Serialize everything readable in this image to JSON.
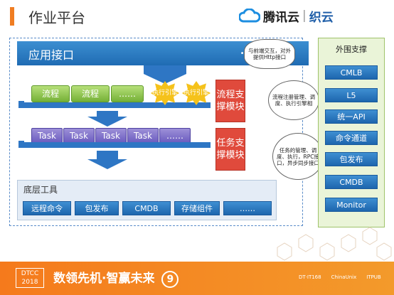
{
  "header": {
    "title": "作业平台"
  },
  "brand": {
    "tencent": "腾讯云",
    "separator": "|",
    "zhiyun": "织云"
  },
  "app_interface": {
    "label": "应用接口",
    "dots": "•○○"
  },
  "notes": {
    "n1": "与前端交互，对外提供Http接口",
    "n2": "流程注册管理、调度、执行引擎相",
    "n3": "任务的管理、调度、执行，RPC接口，异步同步接口"
  },
  "flow_row": {
    "items": [
      "流程",
      "流程",
      "……"
    ]
  },
  "engines": [
    "执行引擎",
    "执行引擎"
  ],
  "flow_support": "流程支撑模块",
  "task_row": {
    "items": [
      "Task",
      "Task",
      "Task",
      "Task",
      "……"
    ]
  },
  "task_support": "任务支撑模块",
  "bottom_tools": {
    "title": "底层工具",
    "items": [
      "远程命令",
      "包发布",
      "CMDB",
      "存储组件",
      "……"
    ]
  },
  "external": {
    "title": "外围支撑",
    "items": [
      "CMLB",
      "L5",
      "统一API",
      "命令通道",
      "包发布",
      "CMDB",
      "Monitor"
    ]
  },
  "footer": {
    "dtcc": "DTCC",
    "year": "2018",
    "slogan": "数领先机·智赢未来",
    "nine": "9",
    "sponsors": [
      "DT·IT168",
      "ChinaUnix",
      "ITPUB"
    ]
  },
  "colors": {
    "accent": "#f07d22",
    "blue": "#2e76c4",
    "green": "#74b036",
    "purple": "#6a5bbf",
    "red": "#e04a3c"
  }
}
